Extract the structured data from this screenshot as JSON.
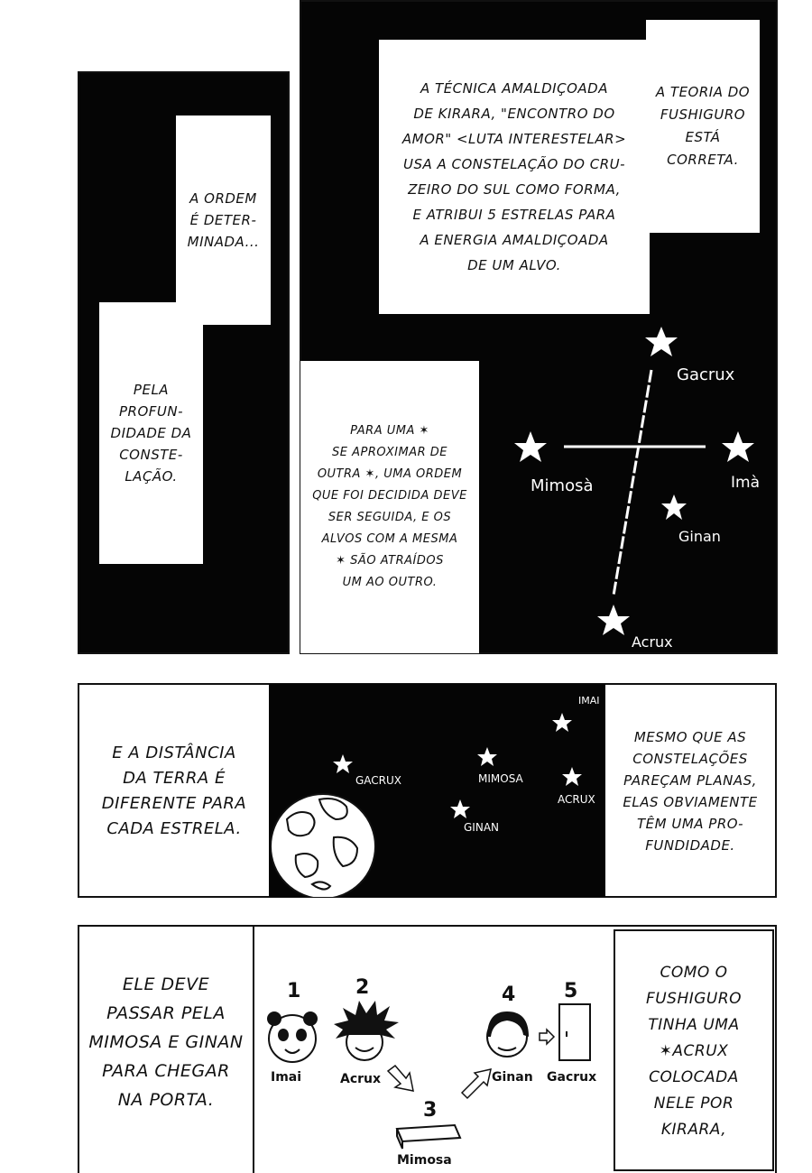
{
  "panel1": {
    "caption_top": "A ORDEM\nÉ DETER-\nMINADA...",
    "caption_bottom": "PELA\nPROFUN-\nDIDADE DA\nCONSTE-\nLAÇÃO."
  },
  "panel2": {
    "caption_main": "A TÉCNICA AMALDIÇOADA\nDE KIRARA, \"ENCONTRO DO\nAMOR\" <LUTA INTERESTELAR>\nUSA A CONSTELAÇÃO DO CRU-\nZEIRO DO SUL COMO FORMA,\nE ATRIBUI 5 ESTRELAS PARA\nA ENERGIA AMALDIÇOADA\nDE UM ALVO.",
    "caption_right": "A TEORIA DO\nFUSHIGURO\nESTÁ\nCORRETA.",
    "caption_bottom": "PARA UMA ✶\nSE APROXIMAR DE\nOUTRA ✶, UMA ORDEM\nQUE FOI DECIDIDA DEVE\nSER SEGUIDA, E OS\nALVOS COM A MESMA\n✶ SÃO ATRAÍDOS\nUM AO OUTRO.",
    "stars": {
      "gacrux": "Gacrux",
      "mimosa": "Mimosà",
      "ima": "Imà",
      "ginan": "Ginan",
      "acrux": "Acrux"
    }
  },
  "panel3": {
    "caption_left": "E A DISTÂNCIA\nDA TERRA É\nDIFERENTE PARA\nCADA ESTRELA.",
    "caption_right": "MESMO QUE AS\nCONSTELAÇÕES\nPAREÇAM PLANAS,\nELAS OBVIAMENTE\nTÊM UMA PRO-\nFUNDIDADE.",
    "stars": {
      "imai": "IMAI",
      "gacrux": "GACRUX",
      "mimosa": "MIMOSA",
      "acrux": "ACRUX",
      "ginan": "GINAN"
    }
  },
  "panel4": {
    "caption_left": "ELE DEVE\nPASSAR PELA\nMIMOSA E GINAN\nPARA CHEGAR\nNA PORTA.",
    "caption_right": "COMO O\nFUSHIGURO\nTINHA UMA\n✶ACRUX\nCOLOCADA\nNELE POR\nKIRARA,",
    "steps": [
      {
        "number": "1",
        "label": "Imai"
      },
      {
        "number": "2",
        "label": "Acrux"
      },
      {
        "number": "3",
        "label": "Mimosa"
      },
      {
        "number": "4",
        "label": "Ginan"
      },
      {
        "number": "5",
        "label": "Gacrux"
      }
    ]
  }
}
